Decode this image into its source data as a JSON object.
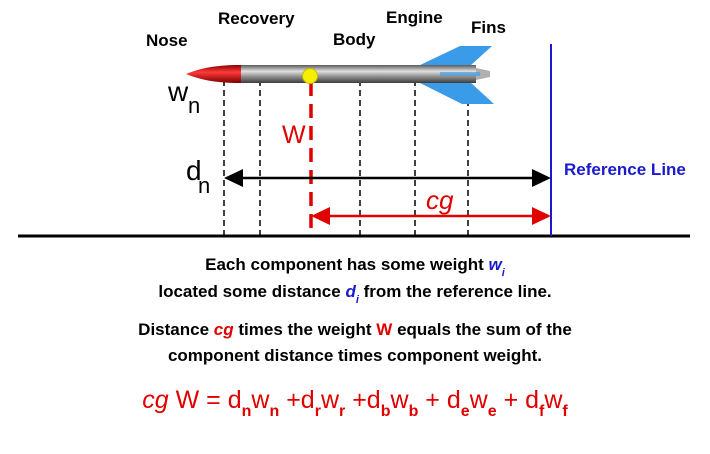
{
  "labels": {
    "nose": "Nose",
    "recovery": "Recovery",
    "body": "Body",
    "engine": "Engine",
    "fins": "Fins",
    "reference_line": "Reference  Line"
  },
  "symbols": {
    "w": "w",
    "w_sub": "n",
    "d": "d",
    "d_sub": "n",
    "W": "W",
    "cg": "cg"
  },
  "caption": {
    "line1_text": "Each  component  has  some  weight",
    "line1_sym": "w",
    "line1_sub": "i",
    "line2_text1": "located  some  distance",
    "line2_sym": "d",
    "line2_sub": "i",
    "line2_text2": "from the reference line.",
    "line3_text1": "Distance",
    "line3_cg": "cg",
    "line3_text2": "times  the  weight",
    "line3_W": "W",
    "line3_text3": "equals  the  sum  of  the",
    "line4": "component  distance  times  component  weight."
  },
  "equation": {
    "cg": "cg",
    "W": "W",
    "eq": "= d",
    "t1_sub1": "n",
    "t1_w": "w",
    "t1_sub2": "n",
    "p2": "+d",
    "t2_sub1": "r",
    "t2_w": "w",
    "t2_sub2": "r",
    "p3": "+d",
    "t3_sub1": "b",
    "t3_w": "w",
    "t3_sub2": "b",
    "p4": "+ d",
    "t4_sub1": "e",
    "t4_w": "w",
    "t4_sub2": "e",
    "p5": "+  d",
    "t5_sub1": "f",
    "t5_w": "w",
    "t5_sub2": "f"
  },
  "colors": {
    "red": "#e00000",
    "blue": "#1a1acc",
    "fin_blue": "#3a9be8",
    "cg_yellow": "#f4f000",
    "body_gray": "#8f8f8f"
  }
}
